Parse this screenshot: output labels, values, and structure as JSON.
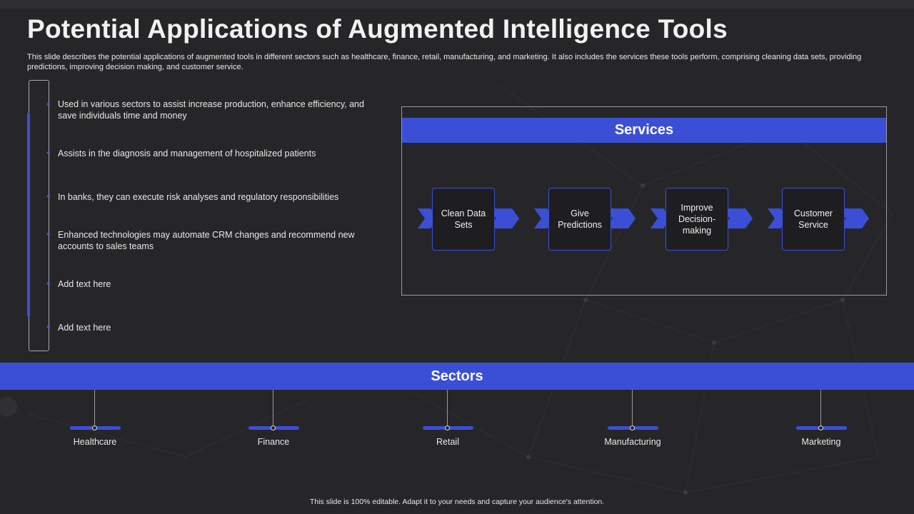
{
  "slide": {
    "title": "Potential Applications of Augmented Intelligence Tools",
    "description": "This slide describes the potential applications of augmented tools in different sectors such as healthcare, finance, retail, manufacturing, and marketing. It also includes the services these tools perform, comprising cleaning data sets, providing predictions, improving decision making, and customer service.",
    "footer": "This slide is 100% editable.  Adapt it to your needs and capture your audience's attention."
  },
  "points": [
    "Used in various  sectors to assist increase production,  enhance efficiency, and save individuals  time and money",
    "Assists in the diagnosis and management  of hospitalized patients",
    "In banks, they can execute risk analyses and regulatory  responsibilities",
    "Enhanced technologies may automate CRM changes and recommend new accounts to sales teams",
    "Add text here",
    "Add text here"
  ],
  "services": {
    "heading": "Services",
    "items": [
      "Clean Data Sets",
      "Give Predictions",
      "Improve Decision-making",
      "Customer Service"
    ]
  },
  "sectors": {
    "heading": "Sectors",
    "items": [
      "Healthcare",
      "Finance",
      "Retail",
      "Manufacturing",
      "Marketing"
    ]
  },
  "colors": {
    "background": "#262628",
    "accent": "#3b4fd6",
    "text": "#e8e8e8"
  }
}
